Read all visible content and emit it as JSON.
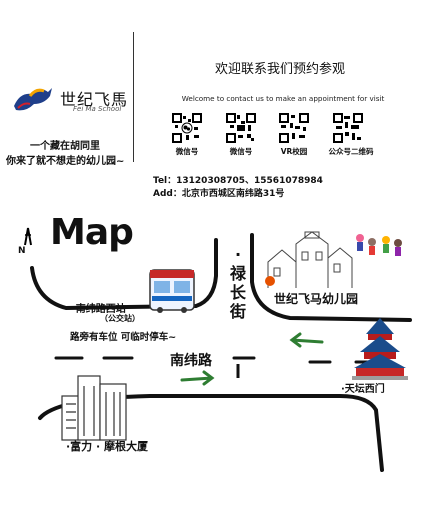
{
  "logo": {
    "name": "世纪飞馬",
    "sub": "Fei Ma School"
  },
  "slogan": {
    "line1": "一个藏在胡同里",
    "line2": "你来了就不想走的幼儿园~"
  },
  "contact": {
    "welcome_cn": "欢迎联系我们预约参观",
    "welcome_en": "Welcome to contact us to make an appointment for visit",
    "qr_codes": [
      {
        "label": "微信号",
        "icon": "wechat-icon"
      },
      {
        "label": "微信号",
        "icon": "qr-code-icon"
      },
      {
        "label": "VR校园",
        "icon": "qr-code-icon"
      },
      {
        "label": "公众号二维码",
        "icon": "qr-code-icon"
      }
    ],
    "tel": "Tel：13120308705、15561078984",
    "address": "Add：北京市西城区南纬路31号"
  },
  "map": {
    "title": "Map",
    "north": "N",
    "street_vertical": "·禄长街",
    "school": "世纪飞马幼儿园",
    "bus_stop": "·南纬路西站",
    "bus_stop_sub": "（公交站）",
    "parking": "路旁有车位  可临时停车~",
    "road": "南纬路",
    "tiantan": "·天坛西门",
    "building": "·富力 · 摩根大厦"
  }
}
